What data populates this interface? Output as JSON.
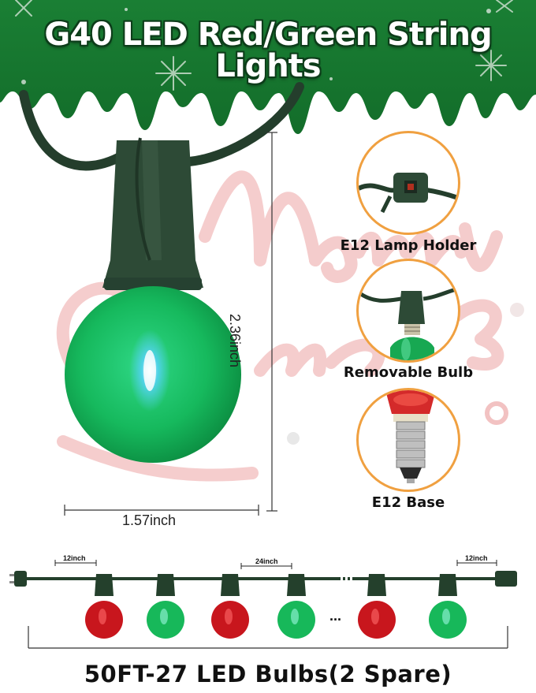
{
  "header": {
    "title": "G40 LED Red/Green String Lights"
  },
  "background": {
    "script_text": "Merry Christmas"
  },
  "dimensions": {
    "width_label": "1.57inch",
    "height_label": "2.36inch"
  },
  "details": [
    {
      "label": "E12 Lamp Holder",
      "icon": "lamp-holder"
    },
    {
      "label": "Removable Bulb",
      "icon": "removable-bulb"
    },
    {
      "label": "E12 Base",
      "icon": "e12-base"
    }
  ],
  "strand": {
    "spacing_left": "12inch",
    "spacing_middle": "24inch",
    "spacing_right": "12inch",
    "ellipsis": "...",
    "bulb_colors": [
      "red",
      "green",
      "red",
      "green",
      "red",
      "green"
    ],
    "colors": {
      "red": "#c8161d",
      "green": "#17b85a",
      "wire": "#24402c"
    }
  },
  "footer": {
    "caption": "50FT-27 LED Bulbs(2 Spare)"
  }
}
